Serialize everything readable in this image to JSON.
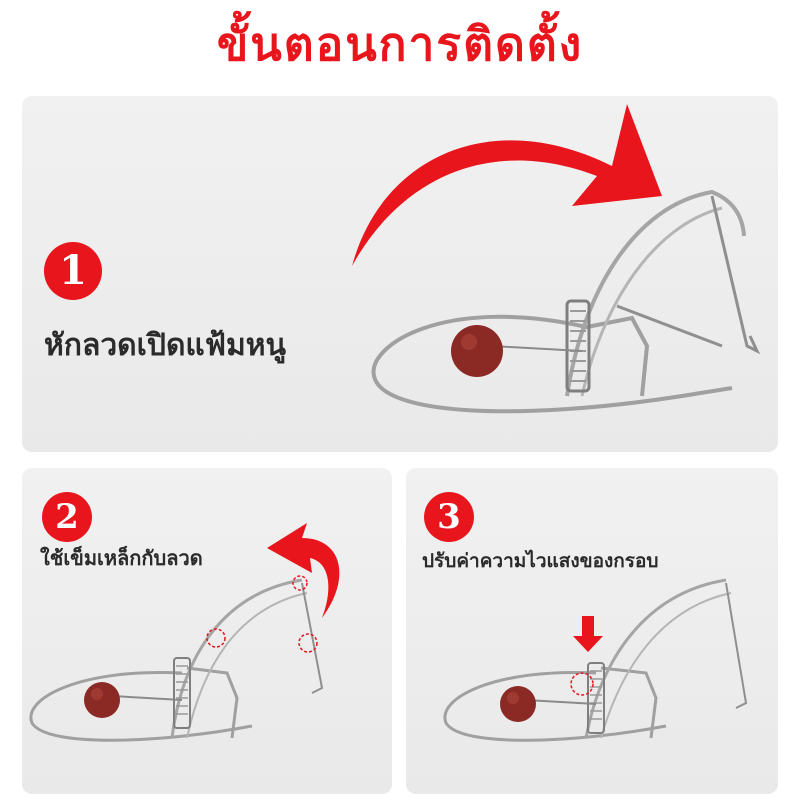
{
  "header": {
    "title": "ขั้นตอนการติดตั้ง"
  },
  "steps": [
    {
      "number": "1",
      "label": "หักลวดเปิดแฟ้มหนู"
    },
    {
      "number": "2",
      "label": "ใช้เข็มเหล็กกับลวด"
    },
    {
      "number": "3",
      "label": "ปรับค่าความไวแสงของกรอบ"
    }
  ],
  "colors": {
    "accent": "#e8161c",
    "bait": "#8b2a24",
    "wire": "#9a9a9a",
    "panel": "#ececec"
  },
  "icons": [
    "curved-arrow-icon",
    "down-arrow-icon",
    "dashed-circle-marker"
  ]
}
